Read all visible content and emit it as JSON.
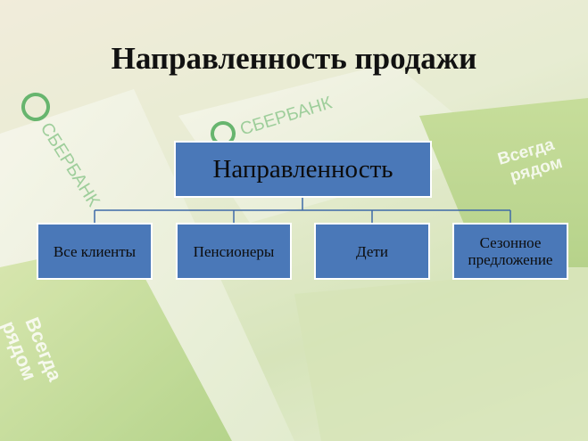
{
  "slide": {
    "title": "Направленность продажи"
  },
  "diagram": {
    "root": "Направленность",
    "children": [
      "Все клиенты",
      "Пенсионеры",
      "Дети",
      "Сезонное предложение"
    ]
  },
  "background": {
    "brand_text": "СБЕРБАНК",
    "slogan_line1": "Всегда",
    "slogan_line2": "рядом"
  },
  "colors": {
    "node_fill": "#4a78b8",
    "node_border": "#ffffff",
    "connector": "#3e6aa8",
    "brand_green": "#2f9a3c"
  }
}
